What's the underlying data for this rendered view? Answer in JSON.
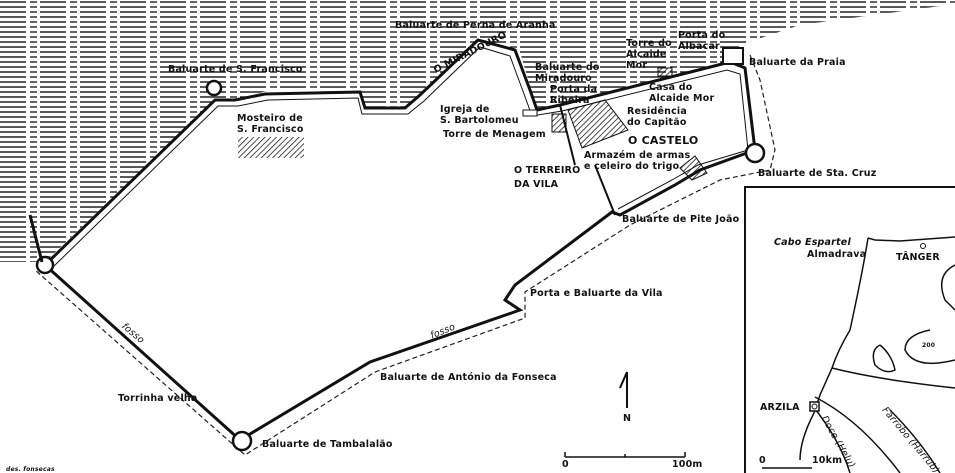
{
  "labels": {
    "perna_aranha": "Baluarte de Perna de Aranha",
    "s_francisco": "Baluarte de S. Francisco",
    "mosteiro": [
      "Mosteiro de",
      "S. Francisco"
    ],
    "miradouro": "O MIRADOURO",
    "baluarte_miradouro": [
      "Baluarte do",
      "Miradouro"
    ],
    "porta_ribeira": [
      "Porta da",
      "Ribeira"
    ],
    "igreja": [
      "Igreja de",
      "S. Bartolomeu"
    ],
    "torre_menagem": "Torre de Menagem",
    "torre_alcaide": [
      "Torre do",
      "Alcaide",
      "Mor"
    ],
    "porta_albacar": [
      "Porta do",
      "Albacar"
    ],
    "baluarte_praia": "Baluarte da Praia",
    "casa_alcaide": [
      "Casa do",
      "Alcaide Mor"
    ],
    "residencia": [
      "Residência",
      "do Capitão"
    ],
    "castelo": "O CASTELO",
    "armazem": [
      "Armazém de armas",
      "e celeiro do trigo"
    ],
    "terreiro": [
      "O TERREIRO",
      "DA VILA"
    ],
    "sta_cruz": "Baluarte de Sta. Cruz",
    "pite_joao": "Baluarte de Pite João",
    "porta_vila": "Porta e Baluarte da Vila",
    "fosso": "fosso",
    "antonio_fonseca": "Baluarte de António da Fonseca",
    "torrinha": "Torrinha velha",
    "tambalalao": "Baluarte de Tambalalão",
    "north": "N",
    "signature": "des. fonsecas"
  },
  "scale": {
    "zero": "0",
    "end": "100m"
  },
  "inset": {
    "cabo": "Cabo Espartel",
    "almadrava": "Almadrava",
    "tanger": "TÂNGER",
    "contour": "200",
    "arzila": "ARZILA",
    "doce": "Doce (Helu)",
    "farrobo": "Farrobo (Harrub)",
    "scale_zero": "0",
    "scale_end": "10km"
  }
}
